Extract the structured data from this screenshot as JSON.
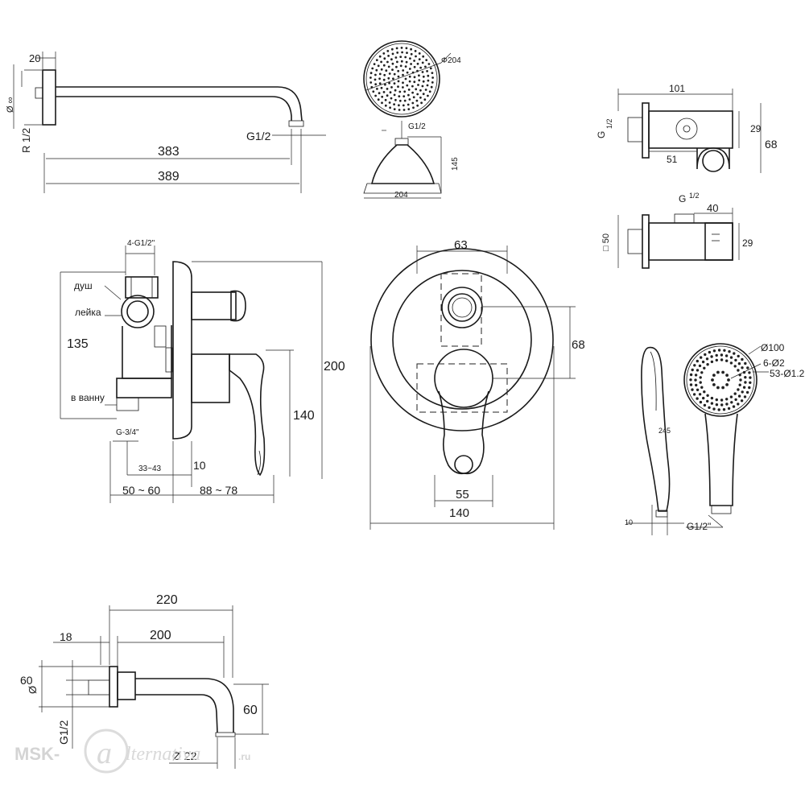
{
  "arm": {
    "flange_width": "20",
    "thread_left": "R 1/2",
    "dia_mark": "Ø ∞",
    "thread_outlet": "G1/2",
    "length_inner": "383",
    "length_outer": "389"
  },
  "head": {
    "diameter": "Φ204",
    "thread": "G1/2",
    "height": "145",
    "width": "204"
  },
  "holder_top": {
    "length": "101",
    "thread": "G",
    "thread_frac": "1/2",
    "height": "29",
    "overall": "68",
    "base": "51"
  },
  "holder_side": {
    "thread": "G",
    "thread_frac": "1/2",
    "length": "40",
    "dia": "□ 50",
    "height": "29"
  },
  "mixer_side": {
    "inlet_label": "4-G1/2\"",
    "label_shower": "душ",
    "label_handshower": "лейка",
    "label_bath": "в ванну",
    "height_body": "135",
    "height_overall": "200",
    "height_lever": "140",
    "outlet_thread": "G-3/4\"",
    "depth_small": "33~43",
    "flange_thick": "10",
    "depth_body": "50 ~ 60",
    "depth_front": "88 ~ 78"
  },
  "mixer_front": {
    "top_width": "63",
    "center_dist": "68",
    "handle_width": "55",
    "plate_width": "140"
  },
  "hand_shower": {
    "head_dia": "Ø100",
    "holes_a": "6-Ø2",
    "holes_b": "53-Ø1.2",
    "length": "245",
    "thread": "G1/2\"",
    "tip": "10"
  },
  "spout": {
    "length_outer": "220",
    "length_inner": "200",
    "flange": "18",
    "flange_dia": "60",
    "dia": "Ø",
    "thread": "G1/2",
    "height": "60",
    "pipe_dia": "Ø 22"
  },
  "watermark": {
    "brand": "MSK-",
    "script": "lternativa",
    "domain": ".ru"
  }
}
